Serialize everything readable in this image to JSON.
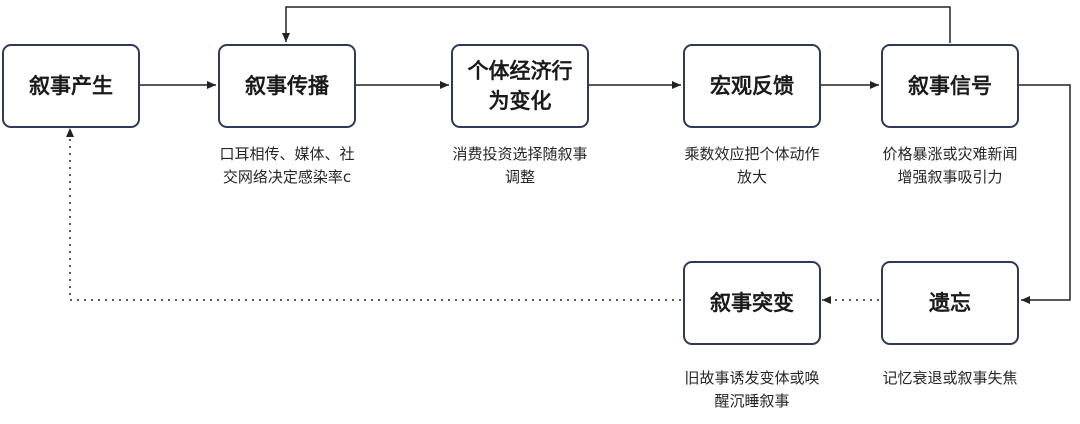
{
  "nodes": {
    "emergence": "叙事产生",
    "spread": "叙事传播",
    "behavior": "个体经济行\n为变化",
    "feedback": "宏观反馈",
    "signal": "叙事信号",
    "forgetting": "遗忘",
    "mutation": "叙事突变"
  },
  "descriptions": {
    "spread": "口耳相传、媒体、社\n交网络决定感染率c",
    "behavior": "消费投资选择随叙事\n调整",
    "feedback": "乘数效应把个体动作\n放大",
    "signal": "价格暴涨或灾难新闻\n增强叙事吸引力",
    "forgetting": "记忆衰退或叙事失焦",
    "mutation": "旧故事诱发变体或唤\n醒沉睡叙事"
  },
  "colors": {
    "border": "#2f3a56",
    "arrow": "#222222",
    "text": "#1a1a1a"
  }
}
